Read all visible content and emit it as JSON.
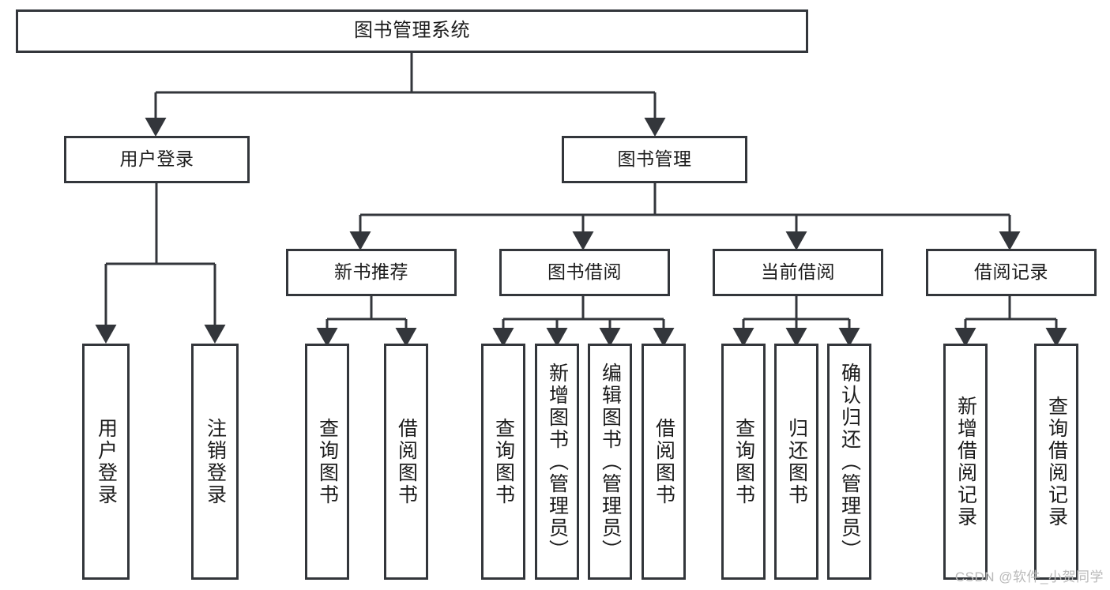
{
  "diagram": {
    "title": "图书管理系统",
    "watermark": "CSDN @软件_小贺同学",
    "stroke_color": "#33363b",
    "background_color": "#ffffff",
    "text_color": "#1c1c1c",
    "watermark_color": "#b9b9b9"
  },
  "nodes": {
    "root": {
      "label": "图书管理系统"
    },
    "level2": [
      {
        "label": "用户登录"
      },
      {
        "label": "图书管理"
      }
    ],
    "level3": [
      {
        "label": "新书推荐"
      },
      {
        "label": "图书借阅"
      },
      {
        "label": "当前借阅"
      },
      {
        "label": "借阅记录"
      }
    ],
    "leaves": [
      {
        "label": "用户登录"
      },
      {
        "label": "注销登录"
      },
      {
        "label": "查询图书"
      },
      {
        "label": "借阅图书"
      },
      {
        "label": "查询图书"
      },
      {
        "label": "新增图书（管理员）"
      },
      {
        "label": "编辑图书（管理员）"
      },
      {
        "label": "借阅图书"
      },
      {
        "label": "查询图书"
      },
      {
        "label": "归还图书"
      },
      {
        "label": "确认归还（管理员）"
      },
      {
        "label": "新增借阅记录"
      },
      {
        "label": "查询借阅记录"
      }
    ]
  },
  "tree": {
    "图书管理系统": [
      "用户登录",
      "图书管理"
    ],
    "用户登录": [
      "用户登录",
      "注销登录"
    ],
    "图书管理": [
      "新书推荐",
      "图书借阅",
      "当前借阅",
      "借阅记录"
    ],
    "新书推荐": [
      "查询图书",
      "借阅图书"
    ],
    "图书借阅": [
      "查询图书",
      "新增图书（管理员）",
      "编辑图书（管理员）",
      "借阅图书"
    ],
    "当前借阅": [
      "查询图书",
      "归还图书",
      "确认归还（管理员）"
    ],
    "借阅记录": [
      "新增借阅记录",
      "查询借阅记录"
    ]
  }
}
